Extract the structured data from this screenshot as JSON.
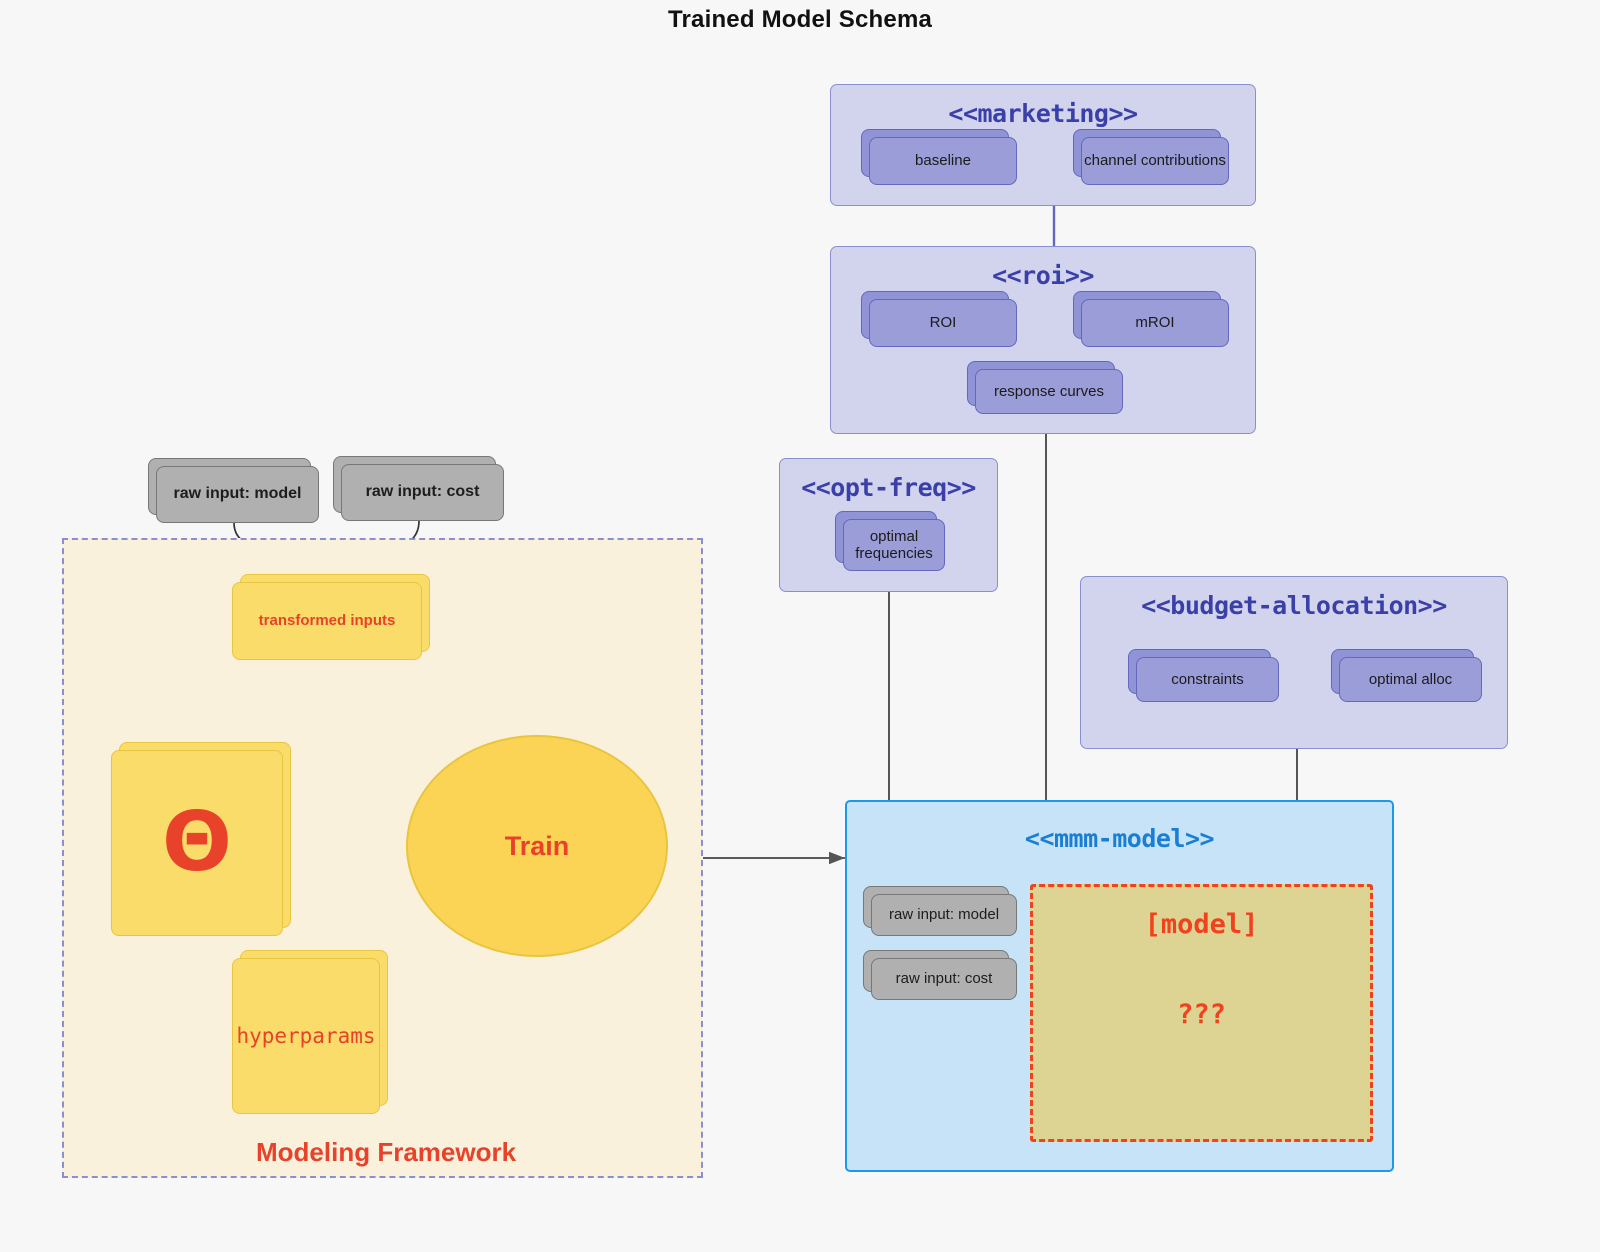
{
  "title": "Trained Model Schema",
  "packages": {
    "marketing": {
      "title": "<<marketing>>",
      "nodes": [
        {
          "label": "baseline"
        },
        {
          "label": "channel contributions"
        }
      ]
    },
    "roi": {
      "title": "<<roi>>",
      "nodes": [
        {
          "label": "ROI"
        },
        {
          "label": "mROI"
        },
        {
          "label": "response curves"
        }
      ]
    },
    "opt_freq": {
      "title": "<<opt-freq>>",
      "nodes": [
        {
          "label": "optimal\nfrequencies",
          "line1": "optimal",
          "line2": "frequencies"
        }
      ]
    },
    "budget_allocation": {
      "title": "<<budget-allocation>>",
      "nodes": [
        {
          "label": "constraints"
        },
        {
          "label": "optimal alloc"
        }
      ]
    },
    "mmm_model": {
      "title": "<<mmm-model>>",
      "inputs": [
        {
          "label": "raw input: model"
        },
        {
          "label": "raw input: cost"
        }
      ],
      "model_box": {
        "primary": "[model]",
        "secondary": "???"
      }
    }
  },
  "framework": {
    "label": "Modeling Framework",
    "raw_inputs": [
      {
        "label": "raw input: model"
      },
      {
        "label": "raw input: cost"
      }
    ],
    "transformed_inputs": "transformed inputs",
    "theta": "Θ",
    "hyperparams": "hyperparams",
    "train": "Train"
  },
  "colors": {
    "background": "#f7f7f7",
    "package_fill": "#d2d4ee",
    "package_border": "#8a8fd0",
    "package_title": "#3b3fa8",
    "node_fill": "#9a9dd8",
    "node_border": "#6468bd",
    "grey_fill": "#b0b0b0",
    "grey_border": "#777777",
    "yellow_fill": "#fadc6a",
    "yellow_border": "#e8c53f",
    "accent_red": "#e8422a",
    "model_dash": "#f2411d",
    "model_fill": "#ddd494",
    "blue_fill": "#c7e3f7",
    "blue_border": "#1a9ae8",
    "blue_title": "#1a7fd4",
    "framework_fill": "#faf1dd",
    "edge_grey": "#555555"
  }
}
